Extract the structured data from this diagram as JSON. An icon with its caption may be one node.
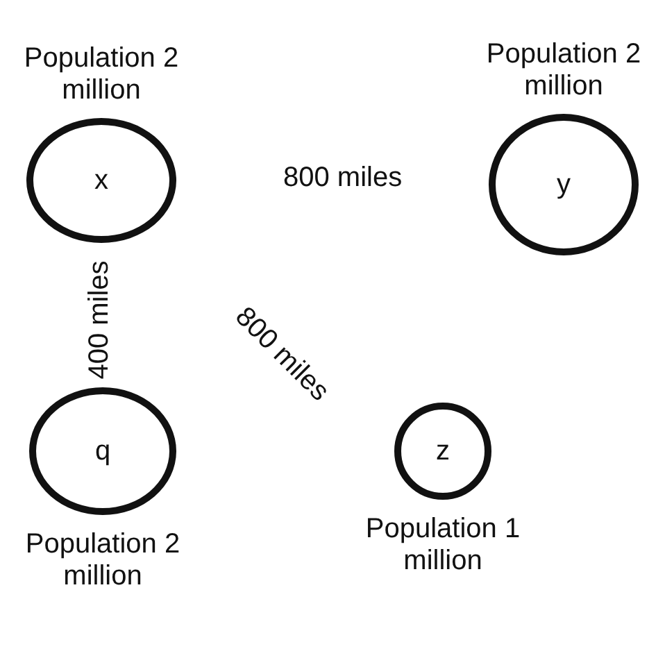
{
  "diagram": {
    "nodes": [
      {
        "text": [
          "x"
        ],
        "beside": [
          "Population 2 million"
        ]
      },
      {
        "text": [
          "y"
        ],
        "beside": [
          "Population 2 million"
        ]
      },
      {
        "text": [
          "q"
        ],
        "beside": [
          "Population 2 million"
        ]
      },
      {
        "text": [
          "z"
        ],
        "beside": [
          "Population 1 million"
        ]
      }
    ],
    "labels": [
      "800 miles",
      "400 miles",
      "800 miles"
    ]
  }
}
